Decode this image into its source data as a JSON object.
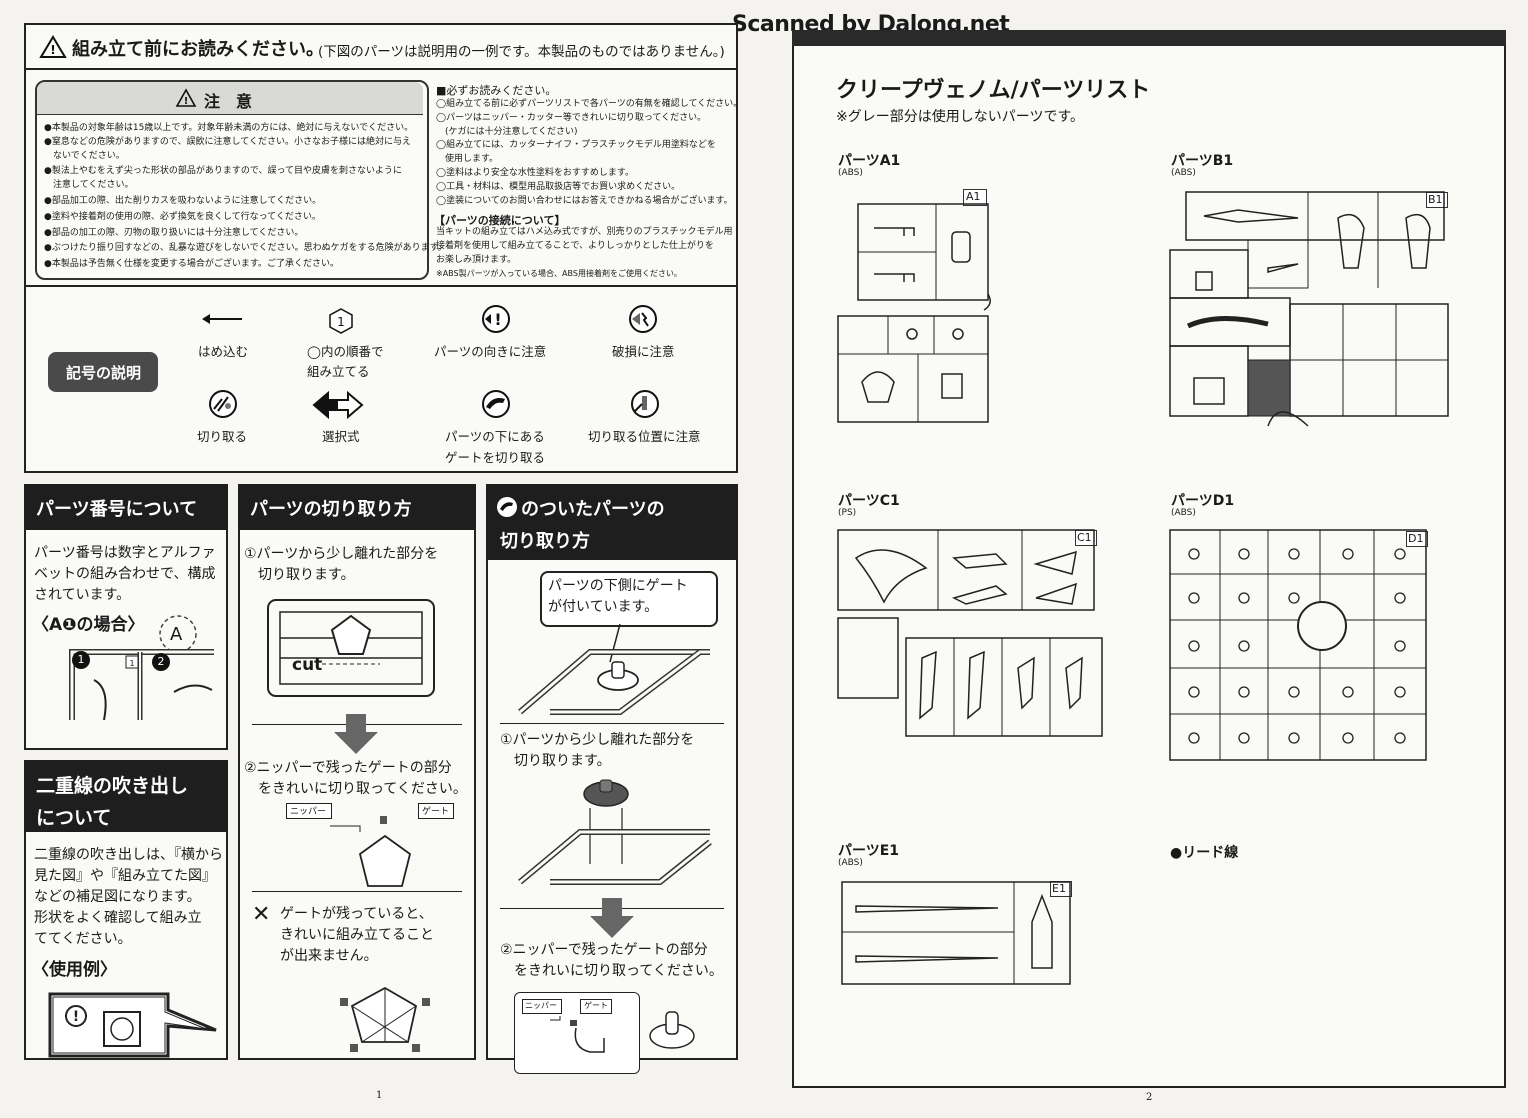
{
  "watermark": "Scanned by Dalong.net",
  "left_page": {
    "page_number": "1",
    "header": {
      "title": "組み立て前にお読みください。",
      "subtitle": "(下図のパーツは説明用の一例です。本製品のものではありません。)"
    },
    "caution": {
      "title": "注　意",
      "items": [
        "●本製品の対象年齢は15歳以上です。対象年齢未満の方には、絶対に与えないでください。",
        "●窒息などの危険がありますので、誤飲に注意してください。小さなお子様には絶対に与え",
        "　ないでください。",
        "●製法上やむをえず尖った形状の部品がありますので、誤って目や皮膚を刺さないように",
        "　注意してください。",
        "●部品加工の際、出た削りカスを吸わないように注意してください。",
        "●塗料や接着剤の使用の際、必ず換気を良くして行なってください。",
        "●部品の加工の際、刃物の取り扱いには十分注意してください。",
        "●ぶつけたり振り回すなどの、乱暴な遊びをしないでください。思わぬケガをする危険があります。",
        "●本製品は予告無く仕様を変更する場合がございます。ご了承ください。"
      ]
    },
    "must_read": {
      "title": "■必ずお読みください。",
      "items": [
        "◯組み立てる前に必ずパーツリストで各パーツの有無を確認してください。",
        "◯パーツはニッパー・カッター等できれいに切り取ってください。",
        "　(ケガには十分注意してください)",
        "◯組み立てには、カッターナイフ・プラスチックモデル用塗料などを",
        "　使用します。",
        "◯塗料はより安全な水性塗料をおすすめします。",
        "◯工具・材料は、模型用品取扱店等でお買い求めください。",
        "◯塗装についてのお問い合わせにはお答えできかねる場合がございます。"
      ],
      "connection_title": "【パーツの接続について】",
      "connection_text": [
        "当キットの組み立てはハメ込み式ですが、別売りのプラスチックモデル用",
        "接着剤を使用して組み立てることで、よりしっかりとした仕上がりを",
        "お楽しみ頂けます。",
        "※ABS製パーツが入っている場合、ABS用接着剤をご使用ください。"
      ]
    },
    "symbols": {
      "label": "記号の説明",
      "items": [
        {
          "icon": "arrow-left-icon",
          "caption1": "はめ込む",
          "caption2": ""
        },
        {
          "icon": "hexagon-number-icon",
          "caption1": "◯内の順番で",
          "caption2": "組み立てる"
        },
        {
          "icon": "direction-warning-icon",
          "caption1": "パーツの向きに注意",
          "caption2": ""
        },
        {
          "icon": "breakage-warning-icon",
          "caption1": "破損に注意",
          "caption2": ""
        },
        {
          "icon": "cut-icon",
          "caption1": "切り取る",
          "caption2": ""
        },
        {
          "icon": "double-arrow-icon",
          "caption1": "選択式",
          "caption2": ""
        },
        {
          "icon": "gate-under-icon",
          "caption1": "パーツの下にある",
          "caption2": "ゲートを切り取る"
        },
        {
          "icon": "cut-position-icon",
          "caption1": "切り取る位置に注意",
          "caption2": ""
        }
      ]
    },
    "part_number": {
      "title": "パーツ番号について",
      "body": [
        "パーツ番号は数字とアルファ",
        "ベットの組み合わせで、構成",
        "されています。"
      ],
      "example": "〈A❶の場合〉",
      "letter": "A"
    },
    "double_line": {
      "title_line1": "二重線の吹き出し",
      "title_line2": "について",
      "body": [
        "二重線の吹き出しは、『横から",
        "見た図』や『組み立てた図』",
        "などの補足図になります。",
        "形状をよく確認して組み立",
        "ててください。"
      ],
      "example": "〈使用例〉"
    },
    "cutting": {
      "title": "パーツの切り取り方",
      "step1": [
        "①パーツから少し離れた部分を",
        "　切り取ります。"
      ],
      "cut_label": "cut",
      "step2": [
        "②ニッパーで残ったゲートの部分",
        "　をきれいに切り取ってください。"
      ],
      "nipper_label": "ニッパー",
      "gate_label": "ゲート",
      "warning": [
        "ゲートが残っていると、",
        "きれいに組み立てること",
        "が出来ません。"
      ]
    },
    "gate_parts": {
      "title_line1": "のついたパーツの",
      "title_line2": "切り取り方",
      "bubble": [
        "パーツの下側にゲート",
        "が付いています。"
      ],
      "step1": [
        "①パーツから少し離れた部分を",
        "　切り取ります。"
      ],
      "step2": [
        "②ニッパーで残ったゲートの部分",
        "　をきれいに切り取ってください。"
      ],
      "nipper_label": "ニッパー",
      "gate_label": "ゲート"
    }
  },
  "right_page": {
    "page_number": "2",
    "title": "クリープヴェノム/パーツリスト",
    "note": "※グレー部分は使用しないパーツです。",
    "runners": [
      {
        "name": "パーツA1",
        "material": "(ABS)",
        "tag": "A1"
      },
      {
        "name": "パーツB1",
        "material": "(ABS)",
        "tag": "B1"
      },
      {
        "name": "パーツC1",
        "material": "(PS)",
        "tag": "C1"
      },
      {
        "name": "パーツD1",
        "material": "(ABS)",
        "tag": "D1"
      },
      {
        "name": "パーツE1",
        "material": "(ABS)",
        "tag": "E1"
      }
    ],
    "lead_wire": "●リード線"
  }
}
